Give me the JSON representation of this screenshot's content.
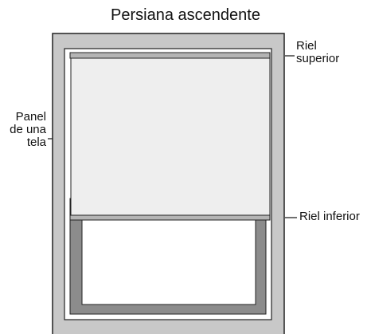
{
  "title": "Persiana ascendente",
  "labels": {
    "top_rail_line1": "Riel",
    "top_rail_line2": "superior",
    "bottom_rail": "Riel inferior",
    "panel_line1": "Panel",
    "panel_line2": "de una",
    "panel_line3": "tela"
  },
  "colors": {
    "frame": "#c8c8c8",
    "frame_border": "#222222",
    "fabric": "#eeeeee",
    "rail": "#b4b4b4",
    "window_side": "#8c8c8c",
    "window_glass": "#ffffff"
  }
}
